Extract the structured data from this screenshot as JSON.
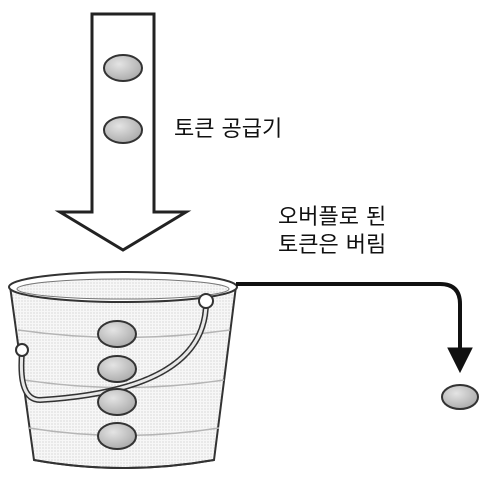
{
  "labels": {
    "token_supplier": "토큰 공급기",
    "overflow_line1": "오버플로 된",
    "overflow_line2": "토큰은 버림"
  },
  "tokens": {
    "in_arrow": 2,
    "in_bucket": 4,
    "discarded": 1
  },
  "colors": {
    "outline": "#222222",
    "token_fill": "#b9b9b9",
    "token_highlight": "#e4e4e4",
    "bucket_fill": "#f3f3f3",
    "background": "#ffffff"
  }
}
